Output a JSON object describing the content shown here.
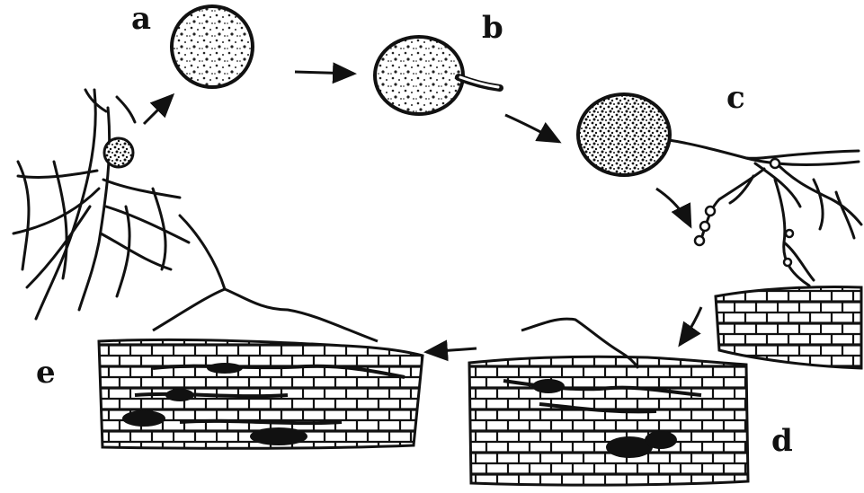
{
  "stage_labels": {
    "a": "a",
    "b": "b",
    "c": "c",
    "d": "d",
    "e": "e"
  },
  "colors": {
    "ink": "#111111",
    "background": "#ffffff"
  }
}
